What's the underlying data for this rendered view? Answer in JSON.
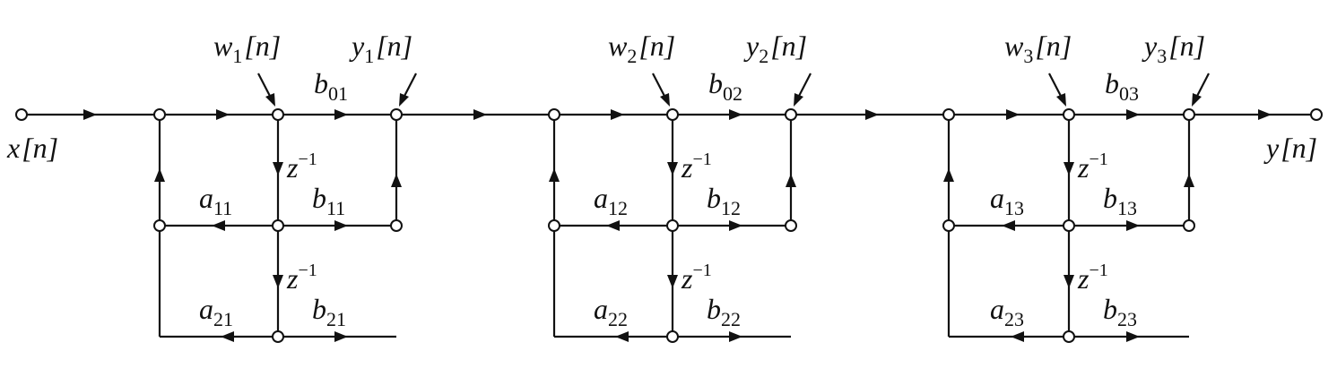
{
  "input_label": {
    "base": "x",
    "rest": "[n]"
  },
  "output_label": {
    "base": "y",
    "rest": "[n]"
  },
  "delay_label": {
    "base": "z",
    "sup": "−1"
  },
  "sections": [
    {
      "w": {
        "base": "w",
        "sub": "1",
        "rest": "[n]"
      },
      "y": {
        "base": "y",
        "sub": "1",
        "rest": "[n]"
      },
      "b0": {
        "base": "b",
        "sub": "01"
      },
      "b1": {
        "base": "b",
        "sub": "11"
      },
      "b2": {
        "base": "b",
        "sub": "21"
      },
      "a1": {
        "base": "a",
        "sub": "11"
      },
      "a2": {
        "base": "a",
        "sub": "21"
      }
    },
    {
      "w": {
        "base": "w",
        "sub": "2",
        "rest": "[n]"
      },
      "y": {
        "base": "y",
        "sub": "2",
        "rest": "[n]"
      },
      "b0": {
        "base": "b",
        "sub": "02"
      },
      "b1": {
        "base": "b",
        "sub": "12"
      },
      "b2": {
        "base": "b",
        "sub": "22"
      },
      "a1": {
        "base": "a",
        "sub": "12"
      },
      "a2": {
        "base": "a",
        "sub": "22"
      }
    },
    {
      "w": {
        "base": "w",
        "sub": "3",
        "rest": "[n]"
      },
      "y": {
        "base": "y",
        "sub": "3",
        "rest": "[n]"
      },
      "b0": {
        "base": "b",
        "sub": "03"
      },
      "b1": {
        "base": "b",
        "sub": "13"
      },
      "b2": {
        "base": "b",
        "sub": "23"
      },
      "a1": {
        "base": "a",
        "sub": "13"
      },
      "a2": {
        "base": "a",
        "sub": "23"
      }
    }
  ]
}
